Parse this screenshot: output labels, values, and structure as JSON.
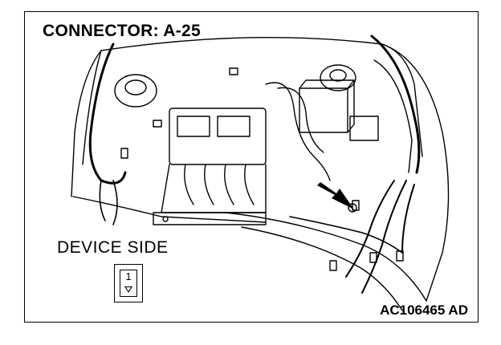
{
  "diagram": {
    "title": "CONNECTOR: A-25",
    "device_label": "DEVICE SIDE",
    "pin_number": "1",
    "figure_code": "AC106465 AD"
  },
  "colors": {
    "line": "#000000",
    "background": "#ffffff"
  }
}
